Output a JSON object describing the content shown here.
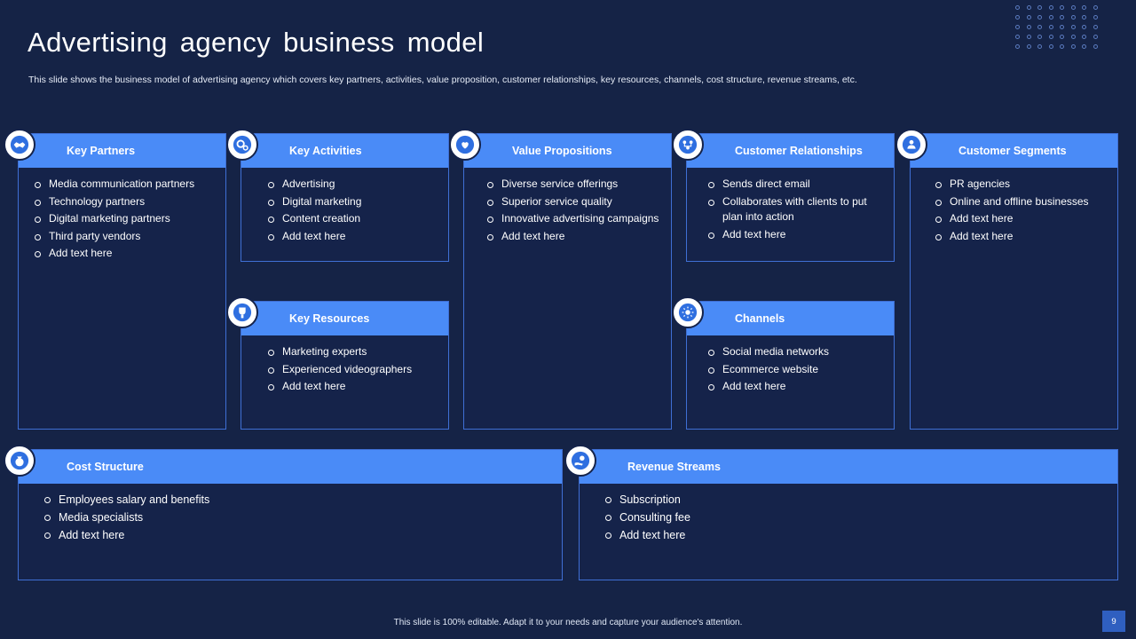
{
  "header": {
    "title": "Advertising  agency business  model",
    "subtitle": "This slide shows the business model of advertising agency which covers key partners, activities, value proposition, customer relationships, key resources, channels, cost structure, revenue streams, etc."
  },
  "colors": {
    "background": "#152346",
    "header_bar": "#4a8bf7",
    "border": "#3f6fd4",
    "text": "#ffffff"
  },
  "cards": [
    {
      "id": "key-partners",
      "title": "Key Partners",
      "icon": "handshake-icon",
      "items": [
        "Media communication partners",
        "Technology partners",
        "Digital marketing partners",
        "Third party vendors",
        "Add text here"
      ]
    },
    {
      "id": "key-activities",
      "title": "Key Activities",
      "icon": "gears-icon",
      "items": [
        "Advertising",
        "Digital marketing",
        "Content creation",
        "Add text here"
      ]
    },
    {
      "id": "key-resources",
      "title": "Key Resources",
      "icon": "trophy-hand-icon",
      "items": [
        "Marketing experts",
        "Experienced videographers",
        "Add text here"
      ]
    },
    {
      "id": "value-propositions",
      "title": "Value Propositions",
      "icon": "hand-heart-icon",
      "items": [
        "Diverse service offerings",
        "Superior service quality",
        "Innovative advertising campaigns",
        "Add text here"
      ]
    },
    {
      "id": "customer-relationships",
      "title": "Customer Relationships",
      "icon": "people-network-icon",
      "items": [
        "Sends direct email",
        "Collaborates with clients to put plan into action",
        "Add text here"
      ]
    },
    {
      "id": "channels",
      "title": "Channels",
      "icon": "megaphone-star-icon",
      "items": [
        "Social media networks",
        "Ecommerce website",
        "Add text here"
      ]
    },
    {
      "id": "customer-segments",
      "title": "Customer Segments",
      "icon": "user-group-icon",
      "items": [
        "PR agencies",
        "Online and offline businesses",
        "Add text here",
        "Add text here"
      ]
    },
    {
      "id": "cost-structure",
      "title": "Cost Structure",
      "icon": "money-bag-icon",
      "items": [
        "Employees salary and benefits",
        "Media specialists",
        "Add text here"
      ]
    },
    {
      "id": "revenue-streams",
      "title": "Revenue Streams",
      "icon": "hand-coin-icon",
      "items": [
        "Subscription",
        "Consulting fee",
        "Add text here"
      ]
    }
  ],
  "footer": {
    "note": "This slide is 100% editable. Adapt it to your needs and capture your audience's attention.",
    "page_number": "9"
  }
}
